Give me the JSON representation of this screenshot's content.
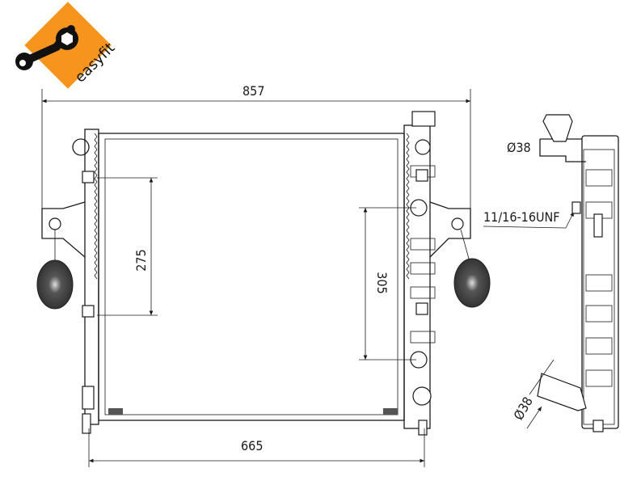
{
  "logo": {
    "text": "easyfit",
    "color": "#f7941d"
  },
  "dimensions": {
    "overall_width": "857",
    "core_width": "665",
    "left_mount_spacing": "275",
    "right_port_spacing": "305",
    "top_hose_diameter": "Ø38",
    "bottom_hose_diameter": "Ø38",
    "thread_spec": "11/16-16UNF"
  }
}
